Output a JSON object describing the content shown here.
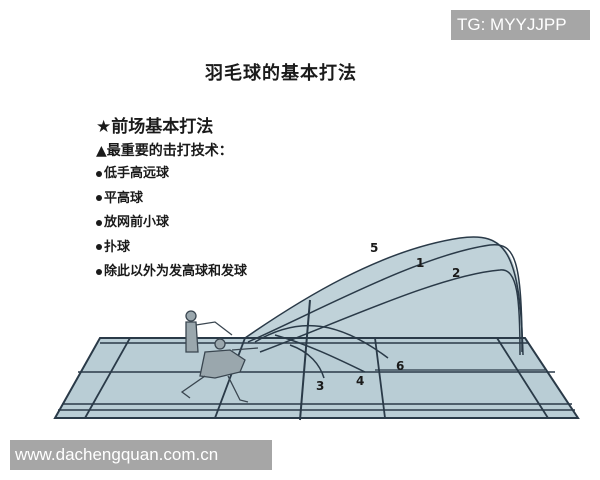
{
  "watermarks": {
    "top": "TG: MYYJJPP",
    "bottom": "www.dachengquan.com.cn"
  },
  "title": "羽毛球的基本打法",
  "section": {
    "heading_icon": "★",
    "heading": "前场基本打法",
    "sub_heading_icon": "▲",
    "sub_heading": "最重要的击打技术：",
    "items": [
      "低手高远球",
      "平高球",
      "放网前小球",
      "扑球",
      "除此以外为发高球和发球"
    ]
  },
  "diagram": {
    "court_color": "#b9cdd5",
    "line_color": "#2a3a48",
    "trajectory_labels": {
      "t1": "1",
      "t2": "2",
      "t3": "3",
      "t4": "4",
      "t5": "5",
      "t6": "6"
    }
  }
}
